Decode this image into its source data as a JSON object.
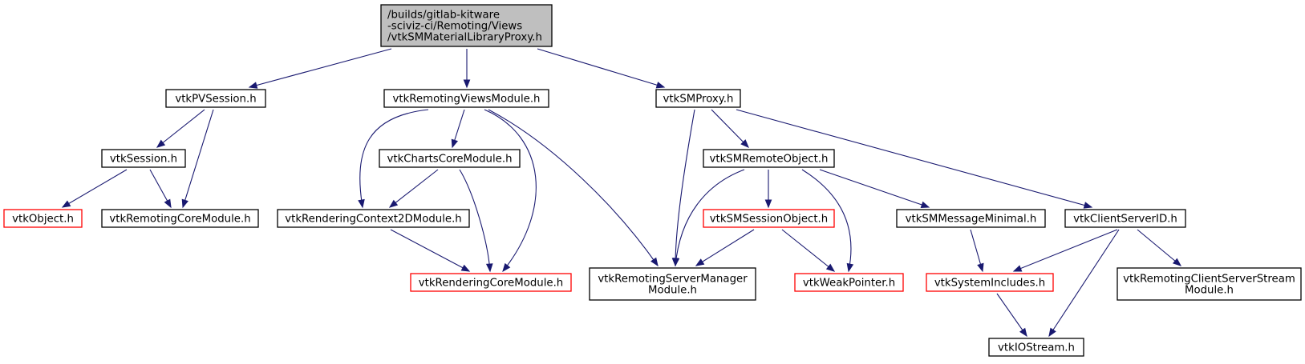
{
  "diagram": {
    "nodes": [
      {
        "id": "root",
        "lines": [
          "/builds/gitlab-kitware",
          "-sciviz-ci/Remoting/Views",
          "/vtkSMMaterialLibraryProxy.h"
        ],
        "border": "#000000",
        "fill": "#bfbfbf"
      },
      {
        "id": "pvsession",
        "lines": [
          "vtkPVSession.h"
        ],
        "border": "#000000",
        "fill": "#ffffff"
      },
      {
        "id": "remotingviews",
        "lines": [
          "vtkRemotingViewsModule.h"
        ],
        "border": "#000000",
        "fill": "#ffffff"
      },
      {
        "id": "smproxy",
        "lines": [
          "vtkSMProxy.h"
        ],
        "border": "#000000",
        "fill": "#ffffff"
      },
      {
        "id": "session",
        "lines": [
          "vtkSession.h"
        ],
        "border": "#000000",
        "fill": "#ffffff"
      },
      {
        "id": "chartscore",
        "lines": [
          "vtkChartsCoreModule.h"
        ],
        "border": "#000000",
        "fill": "#ffffff"
      },
      {
        "id": "smremote",
        "lines": [
          "vtkSMRemoteObject.h"
        ],
        "border": "#000000",
        "fill": "#ffffff"
      },
      {
        "id": "object",
        "lines": [
          "vtkObject.h"
        ],
        "border": "#ff0000",
        "fill": "#ffffff"
      },
      {
        "id": "remotingcore",
        "lines": [
          "vtkRemotingCoreModule.h"
        ],
        "border": "#000000",
        "fill": "#ffffff"
      },
      {
        "id": "context2d",
        "lines": [
          "vtkRenderingContext2DModule.h"
        ],
        "border": "#000000",
        "fill": "#ffffff"
      },
      {
        "id": "smsession",
        "lines": [
          "vtkSMSessionObject.h"
        ],
        "border": "#ff0000",
        "fill": "#ffffff"
      },
      {
        "id": "smmessage",
        "lines": [
          "vtkSMMessageMinimal.h"
        ],
        "border": "#000000",
        "fill": "#ffffff"
      },
      {
        "id": "clientserverid",
        "lines": [
          "vtkClientServerID.h"
        ],
        "border": "#000000",
        "fill": "#ffffff"
      },
      {
        "id": "renderingcore",
        "lines": [
          "vtkRenderingCoreModule.h"
        ],
        "border": "#ff0000",
        "fill": "#ffffff"
      },
      {
        "id": "servermanager",
        "lines": [
          "vtkRemotingServerManager",
          "Module.h"
        ],
        "border": "#000000",
        "fill": "#ffffff"
      },
      {
        "id": "weakpointer",
        "lines": [
          "vtkWeakPointer.h"
        ],
        "border": "#ff0000",
        "fill": "#ffffff"
      },
      {
        "id": "systemincludes",
        "lines": [
          "vtkSystemIncludes.h"
        ],
        "border": "#ff0000",
        "fill": "#ffffff"
      },
      {
        "id": "clientserverstream",
        "lines": [
          "vtkRemotingClientServerStream",
          "Module.h"
        ],
        "border": "#000000",
        "fill": "#ffffff"
      },
      {
        "id": "iostream",
        "lines": [
          "vtkIOStream.h"
        ],
        "border": "#000000",
        "fill": "#ffffff"
      }
    ],
    "edges": [
      {
        "from": "root",
        "to": "pvsession"
      },
      {
        "from": "root",
        "to": "remotingviews"
      },
      {
        "from": "root",
        "to": "smproxy"
      },
      {
        "from": "pvsession",
        "to": "session"
      },
      {
        "from": "pvsession",
        "to": "remotingcore"
      },
      {
        "from": "session",
        "to": "object"
      },
      {
        "from": "session",
        "to": "remotingcore"
      },
      {
        "from": "remotingviews",
        "to": "chartscore"
      },
      {
        "from": "remotingviews",
        "to": "context2d"
      },
      {
        "from": "remotingviews",
        "to": "renderingcore"
      },
      {
        "from": "remotingviews",
        "to": "servermanager"
      },
      {
        "from": "chartscore",
        "to": "context2d"
      },
      {
        "from": "chartscore",
        "to": "renderingcore"
      },
      {
        "from": "context2d",
        "to": "renderingcore"
      },
      {
        "from": "smproxy",
        "to": "smremote"
      },
      {
        "from": "smproxy",
        "to": "servermanager"
      },
      {
        "from": "smproxy",
        "to": "clientserverid"
      },
      {
        "from": "smremote",
        "to": "servermanager"
      },
      {
        "from": "smremote",
        "to": "smsession"
      },
      {
        "from": "smremote",
        "to": "weakpointer"
      },
      {
        "from": "smremote",
        "to": "smmessage"
      },
      {
        "from": "smsession",
        "to": "servermanager"
      },
      {
        "from": "smsession",
        "to": "weakpointer"
      },
      {
        "from": "smmessage",
        "to": "systemincludes"
      },
      {
        "from": "clientserverid",
        "to": "systemincludes"
      },
      {
        "from": "clientserverid",
        "to": "iostream"
      },
      {
        "from": "clientserverid",
        "to": "clientserverstream"
      },
      {
        "from": "systemincludes",
        "to": "iostream"
      }
    ]
  }
}
